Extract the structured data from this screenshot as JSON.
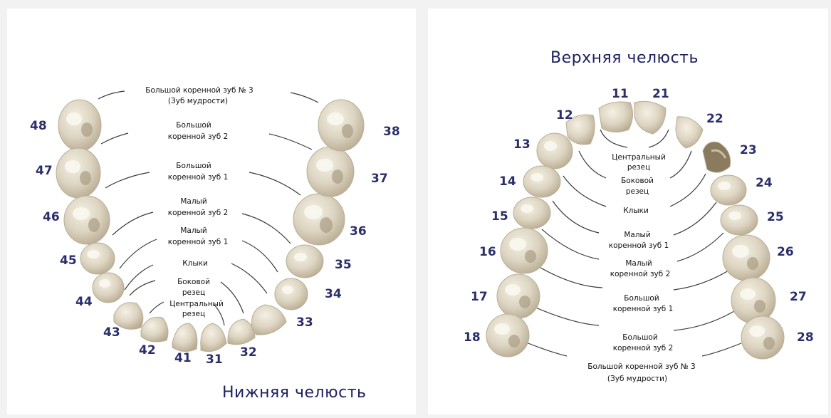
{
  "lower": {
    "title": "Нижняя челюсть",
    "labels": {
      "wisdom_line1": "Большой коренной зуб № 3",
      "wisdom_line2": "(Зуб мудрости)",
      "molar2_line1": "Большой",
      "molar2_line2": "коренной зуб 2",
      "molar1_line1": "Большой",
      "molar1_line2": "коренной зуб 1",
      "premolar2_line1": "Малый",
      "premolar2_line2": "коренной зуб 2",
      "premolar1_line1": "Малый",
      "premolar1_line2": "коренной зуб 1",
      "canine": "Клыки",
      "lateral_line1": "Боковой",
      "lateral_line2": "резец",
      "central_line1": "Центральный",
      "central_line2": "резец"
    },
    "numbers": [
      "48",
      "47",
      "46",
      "45",
      "44",
      "43",
      "42",
      "41",
      "31",
      "32",
      "33",
      "34",
      "35",
      "36",
      "37",
      "38"
    ]
  },
  "upper": {
    "title": "Верхняя челюсть",
    "labels": {
      "central_line1": "Центральный",
      "central_line2": "резец",
      "lateral_line1": "Боковой",
      "lateral_line2": "резец",
      "canine": "Клыки",
      "premolar1_line1": "Малый",
      "premolar1_line2": "коренной зуб 1",
      "premolar2_line1": "Малый",
      "premolar2_line2": "коренной зуб 2",
      "molar1_line1": "Большой",
      "molar1_line2": "коренной зуб 1",
      "molar2_line1": "Большой",
      "molar2_line2": "коренной зуб 2",
      "wisdom_line1": "Большой коренной зуб № 3",
      "wisdom_line2": "(Зуб мудрости)"
    },
    "numbers": [
      "11",
      "21",
      "12",
      "22",
      "13",
      "23",
      "14",
      "24",
      "15",
      "25",
      "16",
      "26",
      "17",
      "27",
      "18",
      "28"
    ]
  }
}
